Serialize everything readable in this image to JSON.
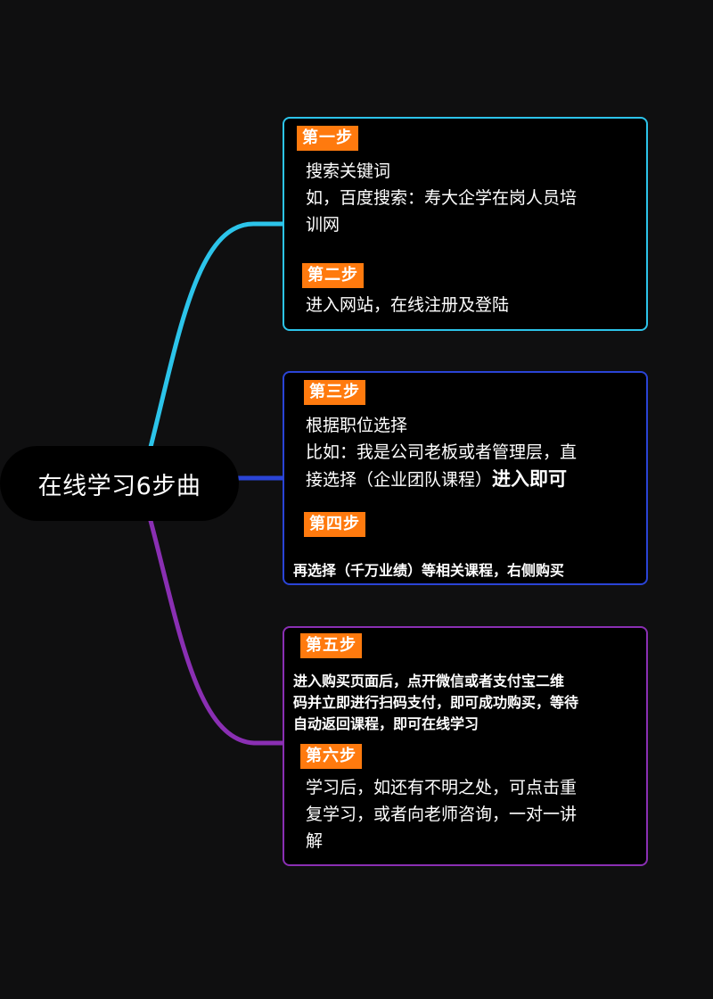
{
  "center": {
    "title": "在线学习6步曲"
  },
  "colors": {
    "branch_top": "#2cc4ea",
    "branch_mid": "#2a44d6",
    "branch_bottom": "#8a2fb3",
    "step_tag": "#ff7a0e",
    "box_fill": "#000000",
    "background": "#0f0f10"
  },
  "steps": {
    "s1": {
      "tag": "第一步",
      "line1": "搜索关键词",
      "line2": "如，百度搜索：寿大企学在岗人员培",
      "line3": "训网"
    },
    "s2": {
      "tag": "第二步",
      "line1": "进入网站，在线注册及登陆"
    },
    "s3": {
      "tag": "第三步",
      "line1": "根据职位选择",
      "line2": "比如：我是公司老板或者管理层，直",
      "line3a": "接选择（企业团队课程）",
      "line3b": "进入即可"
    },
    "s4": {
      "tag": "第四步",
      "line1": "再选择（千万业绩）等相关课程，右侧购买"
    },
    "s5": {
      "tag": "第五步",
      "line1": "进入购买页面后，点开微信或者支付宝二维",
      "line2": "码并立即进行扫码支付，即可成功购买，等待",
      "line3": "自动返回课程，即可在线学习"
    },
    "s6": {
      "tag": "第六步",
      "line1": "学习后，如还有不明之处，可点击重",
      "line2": "复学习，或者向老师咨询，一对一讲",
      "line3": "解"
    }
  }
}
